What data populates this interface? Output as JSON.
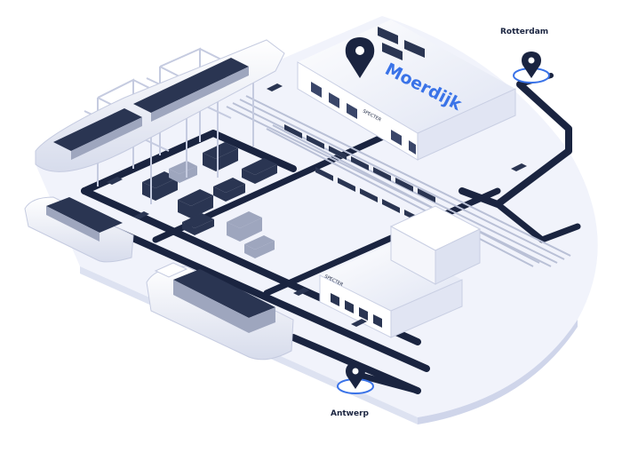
{
  "locations": {
    "top_right": "Rotterdam",
    "bottom": "Antwerp",
    "hub": "Moerdijk"
  },
  "signs": {
    "main_warehouse": "SPECTER",
    "second_warehouse": "SPECTER"
  },
  "colors": {
    "road": "#1a2440",
    "ground": "#f1f3fb",
    "accent": "#3a73e8",
    "container_dark": "#2a3552",
    "container_light": "#9ea6be"
  },
  "icons": [
    "location-pin-icon"
  ]
}
